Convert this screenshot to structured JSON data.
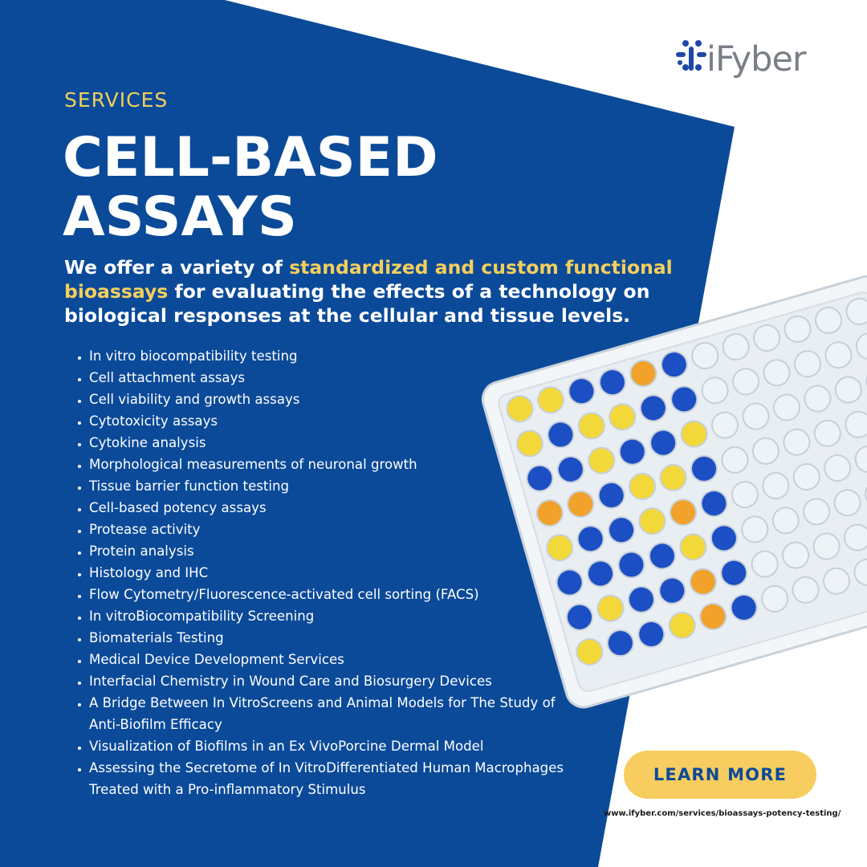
{
  "brand": {
    "name": "iFyber",
    "primary": "#0b4a99",
    "accent": "#f5cf5c"
  },
  "eyebrow": "SERVICES",
  "title": {
    "line1": "CELL-BASED",
    "line2": "ASSAYS"
  },
  "intro": {
    "prefix": "We offer a variety of ",
    "highlight": "standardized and custom functional bioassays",
    "suffix": " for evaluating the effects of a technology on biological responses at the cellular and tissue levels."
  },
  "services": [
    "In vitro biocompatibility testing",
    "Cell attachment assays",
    "Cell viability and growth assays",
    "Cytotoxicity assays",
    "Cytokine analysis",
    "Morphological measurements of neuronal growth",
    "Tissue barrier function testing",
    "Cell-based potency assays",
    "Protease activity",
    "Protein analysis",
    "Histology and IHC",
    "Flow Cytometry/Fluorescence-activated cell sorting (FACS)",
    "In vitroBiocompatibility Screening",
    "Biomaterials Testing",
    "Medical Device Development Services",
    "Interfacial Chemistry in Wound Care and Biosurgery Devices",
    "A Bridge Between In VitroScreens and Animal Models for The Study of Anti-Biofilm Efficacy",
    "Visualization of Biofilms in an Ex VivoPorcine Dermal Model",
    "Assessing the Secretome of In VitroDifferentiated Human Macrophages Treated with a Pro-inflammatory Stimulus"
  ],
  "cta": {
    "label": "LEARN MORE"
  },
  "url": "www.ifyber.com/services/bioassays-potency-testing/",
  "plate": {
    "well_colors": {
      "blue": "#1c4fc4",
      "yellow": "#f3d83a",
      "orange": "#f2a12a",
      "empty": "#eef3f7"
    }
  }
}
